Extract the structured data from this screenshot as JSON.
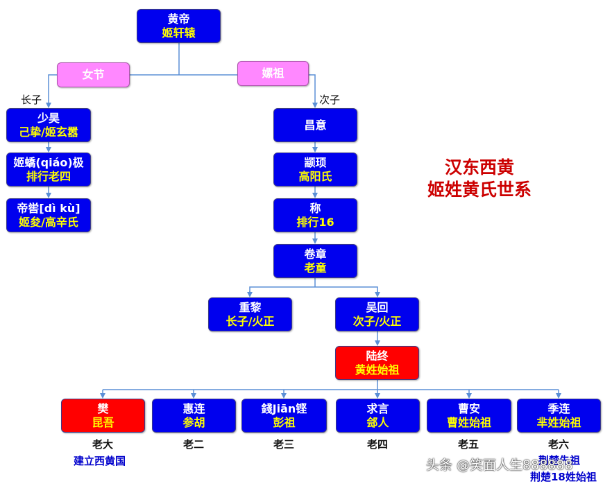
{
  "title": [
    "汉东西黄",
    "姬姓黄氏世系"
  ],
  "nodes": {
    "huangdi": [
      "黄帝",
      "姬轩辕"
    ],
    "nvjie": [
      "女节"
    ],
    "leizu": [
      "嫘祖"
    ],
    "shaohao": [
      "少昊",
      "己挚/姬玄嚣"
    ],
    "jijiao": [
      "姬蟜(qiáo)极",
      "排行老四"
    ],
    "diku": [
      "帝喾[dì kù]",
      "姬夋/高辛氏"
    ],
    "changyi": [
      "昌意"
    ],
    "zhuanxu": [
      "颛顼",
      "高阳氏"
    ],
    "cheng": [
      "称",
      "排行16"
    ],
    "juanzhang": [
      "卷章",
      "老童"
    ],
    "chongli": [
      "重黎",
      "长子/火正"
    ],
    "wuhui": [
      "吴回",
      "次子/火正"
    ],
    "luzhong": [
      "陆终",
      "黄姓始祖"
    ],
    "fan": [
      "樊",
      "昆吾"
    ],
    "huilian": [
      "惠连",
      "参胡"
    ],
    "jian": [
      "錢Jiān铿",
      "彭祖"
    ],
    "qiuyan": [
      "求言",
      "郐人"
    ],
    "caoan": [
      "曹安",
      "曹姓始祖"
    ],
    "jilian": [
      "季连",
      "芈姓始祖"
    ]
  },
  "edge_labels": {
    "eldest": "长子",
    "second": "次子"
  },
  "birth_order": [
    "老大",
    "老二",
    "老三",
    "老四",
    "老五",
    "老六"
  ],
  "notes": {
    "fan": "建立西黄国",
    "jilian_1": "荆楚先祖",
    "jilian_2": "荆楚18姓始祖"
  },
  "watermark": "头条 @笑面人生888888",
  "colors": {
    "node_blue": "#0000ee",
    "node_red": "#ff0000",
    "node_pink": "#ff88ff",
    "line": "#5b8fd6",
    "title": "#cc0000"
  }
}
